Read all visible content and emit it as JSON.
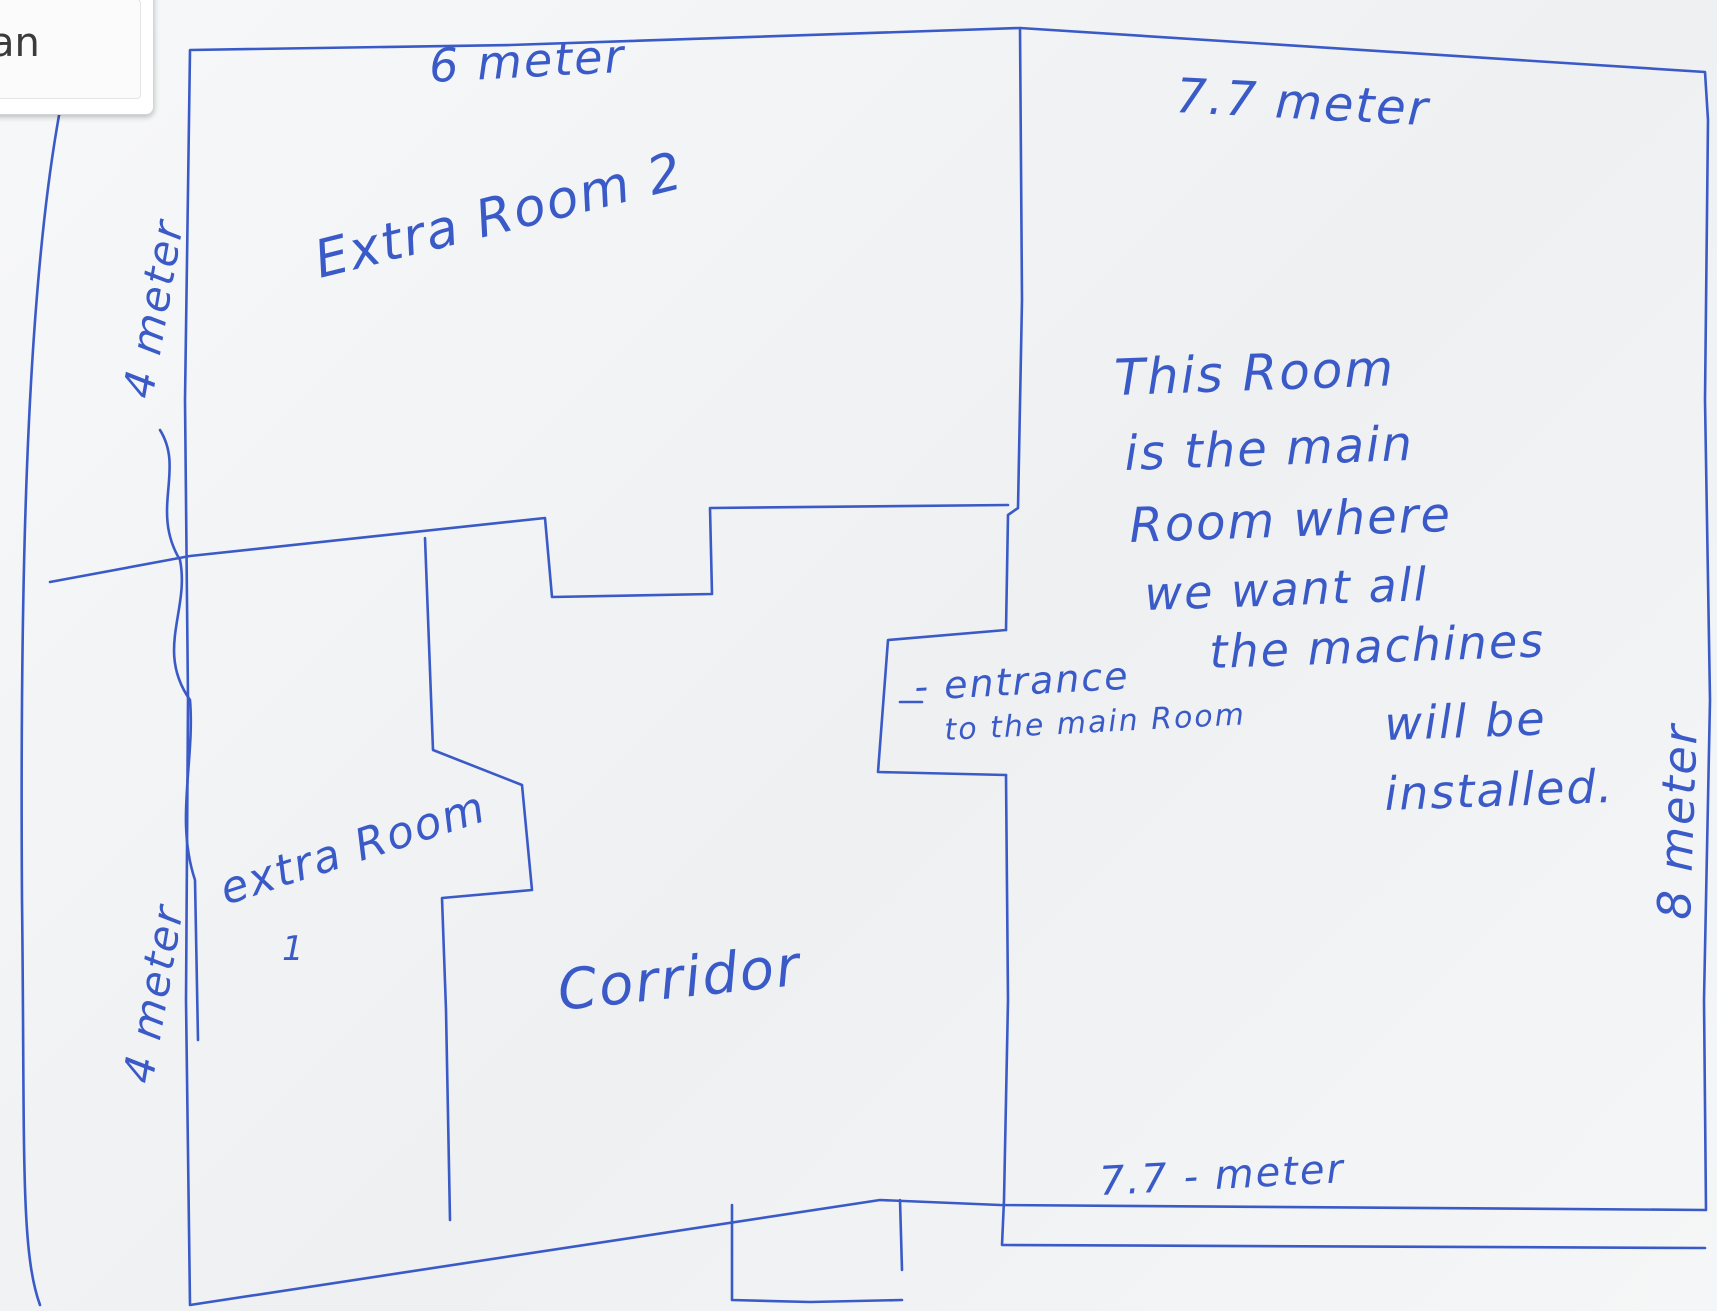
{
  "popup": {
    "text": "an"
  },
  "labels": {
    "top_left_dim": "6 meter",
    "top_right_dim": "7.7 meter",
    "left_upper_dim": "4 meter",
    "left_lower_dim": "4 meter",
    "right_dim": "8 meter",
    "bottom_dim": "7.7 - meter",
    "extra_room_2": "Extra Room 2",
    "extra_room": "extra Room",
    "corridor": "Corridor",
    "entrance_line1": "- entrance",
    "entrance_line2": "to the main Room",
    "note_line1": "This Room",
    "note_line2": "is the main",
    "note_line3": "Room where",
    "note_line4": "we want all",
    "note_line5": "the machines",
    "note_line6": "will be",
    "note_line7": "installed.",
    "extra_mark": "1"
  },
  "colors": {
    "ink": "#3a5ac8",
    "paper": "#f4f5f6"
  }
}
